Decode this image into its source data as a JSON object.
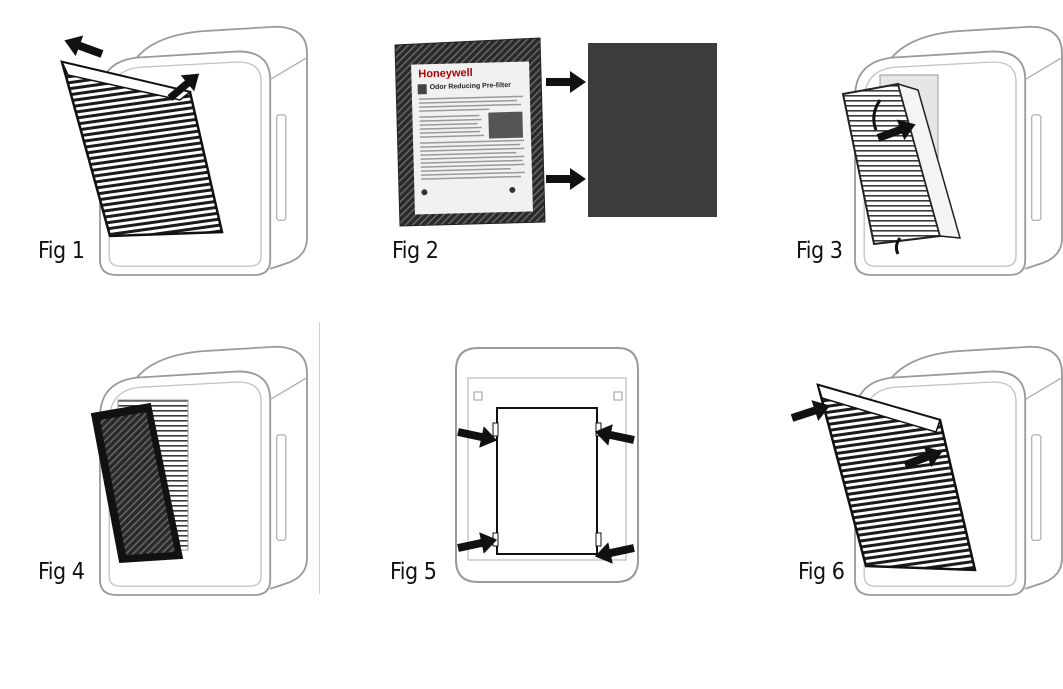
{
  "figures": [
    {
      "id": "fig1",
      "caption": "Fig 1"
    },
    {
      "id": "fig2",
      "caption": "Fig 2"
    },
    {
      "id": "fig3",
      "caption": "Fig 3"
    },
    {
      "id": "fig4",
      "caption": "Fig 4"
    },
    {
      "id": "fig5",
      "caption": "Fig 5"
    },
    {
      "id": "fig6",
      "caption": "Fig 6"
    }
  ],
  "package": {
    "brand": "Honeywell",
    "title": "Odor Reducing Pre-filter"
  },
  "colors": {
    "outline": "#8a8a8a",
    "dark": "#111111",
    "filter_gray": "#3a3a3a",
    "arrow": "#111111"
  }
}
